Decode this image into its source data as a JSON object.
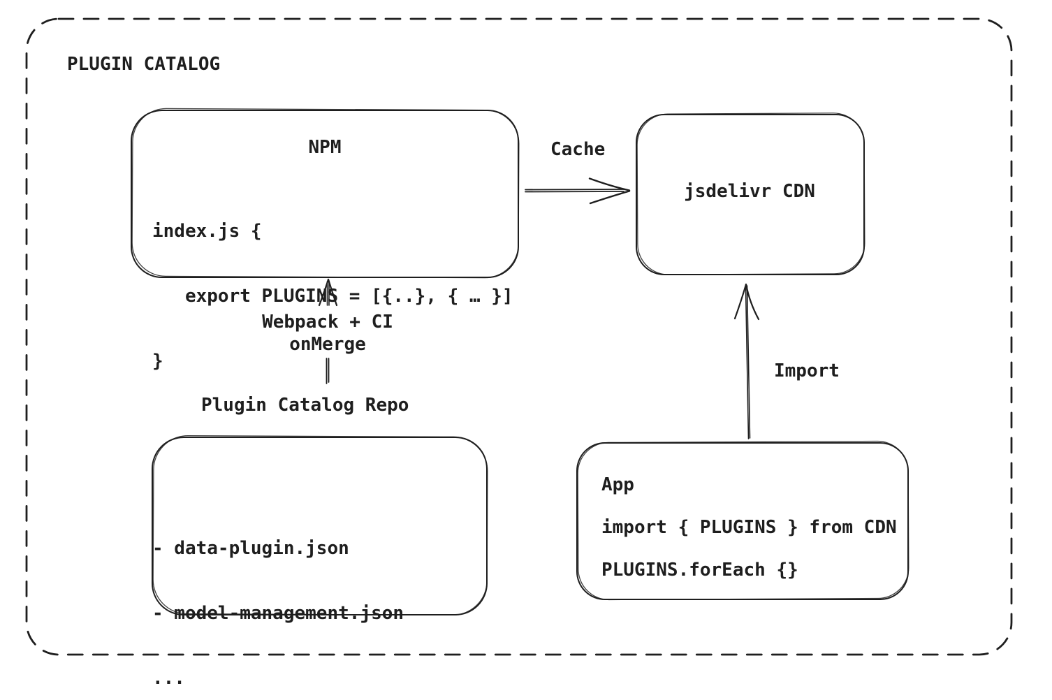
{
  "colors": {
    "stroke": "#1e1e1e",
    "background": "#ffffff"
  },
  "frame": {
    "title": "PLUGIN CATALOG"
  },
  "npm": {
    "title": "NPM",
    "code_lines": [
      "index.js {",
      "   export PLUGINS = [{..}, { … }]",
      "}"
    ]
  },
  "cdn": {
    "label": "jsdelivr CDN"
  },
  "repo": {
    "label": "Plugin Catalog Repo",
    "items": [
      "- data-plugin.json",
      "- model-management.json",
      "..."
    ]
  },
  "app": {
    "title": "App",
    "code_lines": [
      "import { PLUGINS } from CDN",
      "PLUGINS.forEach {}"
    ]
  },
  "arrows": {
    "cache_label": "Cache",
    "webpack_label_line1": "Webpack + CI",
    "webpack_label_line2": "onMerge",
    "import_label": "Import"
  }
}
